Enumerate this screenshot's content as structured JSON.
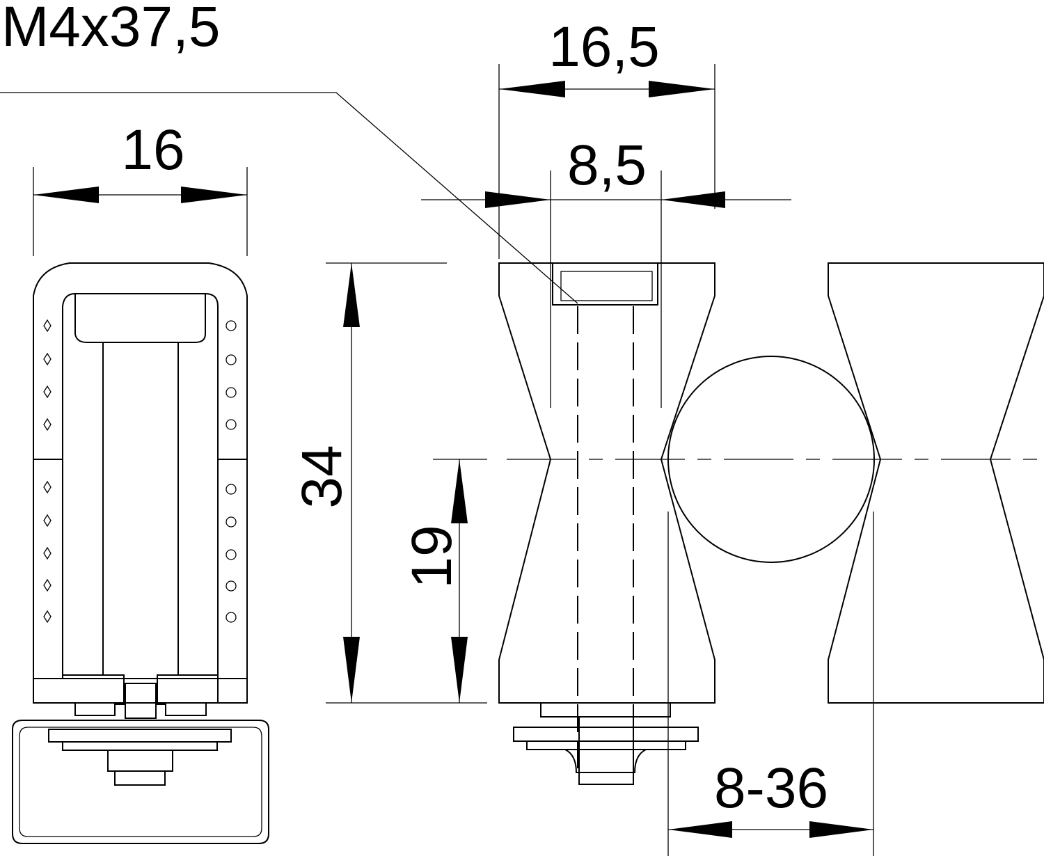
{
  "labels": {
    "screw": "M4x37,5",
    "width_top": "16,5",
    "slot_width": "8,5",
    "side_width": "16",
    "height": "34",
    "half_height": "19",
    "clamp_range": "8-36"
  }
}
